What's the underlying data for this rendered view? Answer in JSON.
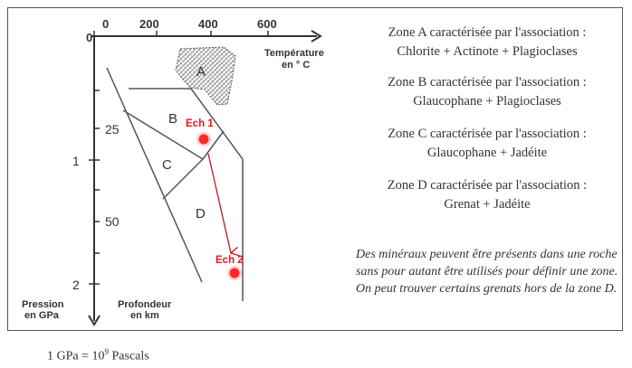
{
  "diagram": {
    "temperature_ticks": [
      "0",
      "200",
      "400",
      "600"
    ],
    "temperature_label_line1": "Température",
    "temperature_label_line2": "en ° C",
    "pressure_ticks": [
      "1",
      "2"
    ],
    "depth_ticks": [
      "25",
      "50"
    ],
    "pressure_label_line1": "Pression",
    "pressure_label_line2": "en GPa",
    "depth_label_line1": "Profondeur",
    "depth_label_line2": "en km",
    "zones": [
      "A",
      "B",
      "C",
      "D"
    ],
    "samples": [
      "Ech 1",
      "Ech 2"
    ],
    "sample_color": "#e8141b"
  },
  "zone_descriptions": [
    {
      "title": "Zone A caractérisée par l'association :",
      "minerals": "Chlorite + Actinote + Plagioclases"
    },
    {
      "title": "Zone B caractérisée par l'association :",
      "minerals": "Glaucophane + Plagioclases"
    },
    {
      "title": "Zone C caractérisée par l'association :",
      "minerals": "Glaucophane + Jadéite"
    },
    {
      "title": "Zone D caractérisée par l'association :",
      "minerals": "Grenat + Jadéite"
    }
  ],
  "note": "Des minéraux peuvent être présents dans une roche sans pour autant être utilisés pour définir une zone. On peut trouver certains grenats hors de la zone D.",
  "footnote": {
    "prefix": "1 GPa = 10",
    "exponent": "9",
    "suffix": " Pascals"
  }
}
